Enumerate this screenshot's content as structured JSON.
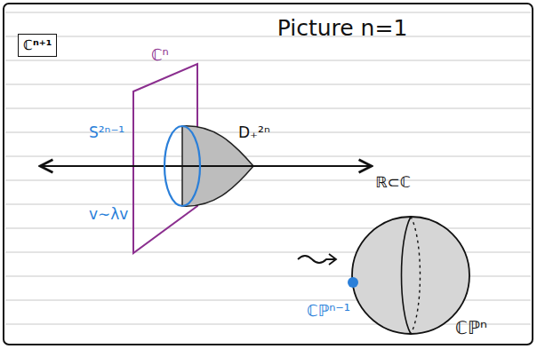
{
  "diagram": {
    "title": "Picture n=1",
    "nodes": [
      {
        "text": [
          "ℂⁿ⁺¹"
        ]
      }
    ],
    "labels": [
      "ℂⁿ",
      "S²ⁿ⁻¹",
      "D₊²ⁿ",
      "ℝ⊂ℂ",
      "v∼λv",
      "ℂℙⁿ⁻¹",
      "ℂℙⁿ"
    ]
  }
}
